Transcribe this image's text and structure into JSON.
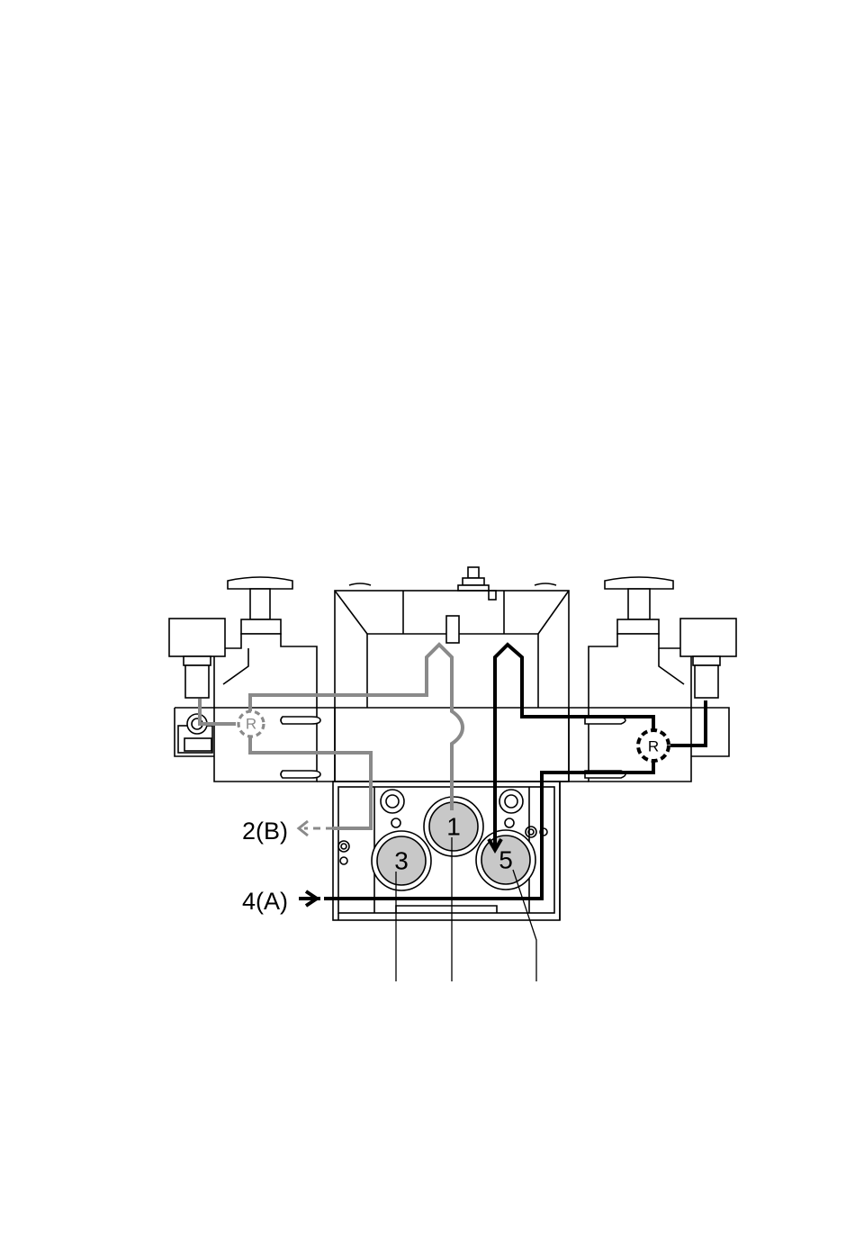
{
  "ports": {
    "p1": "1",
    "p3": "3",
    "p5": "5"
  },
  "outputs": {
    "b": "2(B)",
    "a": "4(A)"
  },
  "regulators": {
    "left": "R",
    "right": "R"
  },
  "colors": {
    "line": "#000000",
    "path_b": "#8a8a8a",
    "path_a": "#000000",
    "port_fill": "#c8c8c8"
  }
}
